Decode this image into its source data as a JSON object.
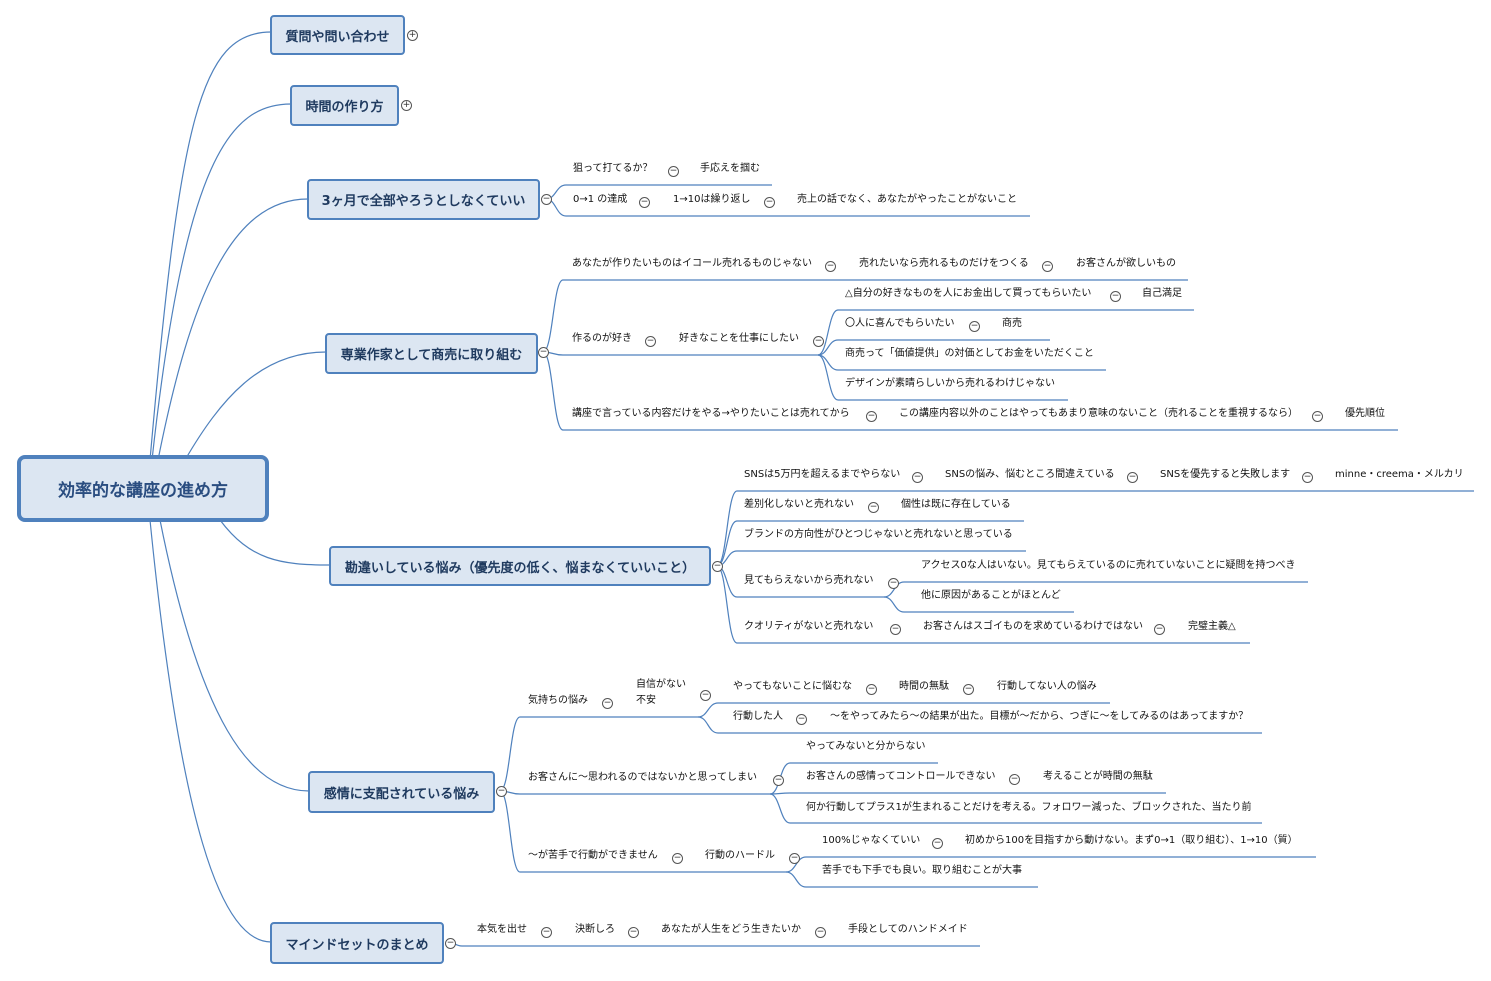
{
  "central": "効率的な講座の進め方",
  "branches": {
    "b1": "質問や問い合わせ",
    "b2": "時間の作り方",
    "b3": "3ヶ月で全部やろうとしなくていい",
    "b4": "専業作家として商売に取り組む",
    "b5": "勘違いしている悩み（優先度の低く、悩まなくていいこと）",
    "b6": "感情に支配されている悩み",
    "b7": "マインドセットのまとめ"
  },
  "b3": {
    "n1": "狙って打てるか？",
    "n1a": "手応えを掴む",
    "n2": "0→1 の達成",
    "n2a": "1→10は繰り返し",
    "n2b": "売上の話でなく、あなたがやったことがないこと"
  },
  "b4": {
    "n1": "あなたが作りたいものはイコール売れるものじゃない",
    "n1a": "売れたいなら売れるものだけをつくる",
    "n1b": "お客さんが欲しいもの",
    "n2": "作るのが好き",
    "n2a": "好きなことを仕事にしたい",
    "n2a1": "△自分の好きなものを人にお金出して買ってもらいたい",
    "n2a1a": "自己満足",
    "n2a2": "〇人に喜んでもらいたい",
    "n2a2a": "商売",
    "n2a3": "商売って「価値提供」の対価としてお金をいただくこと",
    "n2a4": "デザインが素晴らしいから売れるわけじゃない",
    "n3": "講座で言っている内容だけをやる→やりたいことは売れてから",
    "n3a": "この講座内容以外のことはやってもあまり意味のないこと（売れることを重視するなら）",
    "n3b": "優先順位"
  },
  "b5": {
    "n1": "SNSは5万円を超えるまでやらない",
    "n1a": "SNSの悩み、悩むところ間違えている",
    "n1b": "SNSを優先すると失敗します",
    "n1c": "minne・creema・メルカリ",
    "n2": "差別化しないと売れない",
    "n2a": "個性は既に存在している",
    "n3": "ブランドの方向性がひとつじゃないと売れないと思っている",
    "n4": "見てもらえないから売れない",
    "n4a": "アクセス0な人はいない。見てもらえているのに売れていないことに疑問を持つべき",
    "n4b": "他に原因があることがほとんど",
    "n5": "クオリティがないと売れない",
    "n5a": "お客さんはスゴイものを求めているわけではない",
    "n5b": "完璧主義△"
  },
  "b6": {
    "n1": "気持ちの悩み",
    "n1a_line1": "自信がない",
    "n1a_line2": "不安",
    "n1a1": "やってもないことに悩むな",
    "n1a1a": "時間の無駄",
    "n1a1b": "行動してない人の悩み",
    "n1a2": "行動した人",
    "n1a2a": "〜をやってみたら〜の結果が出た。目標が〜だから、つぎに〜をしてみるのはあってますか？",
    "n2": "お客さんに〜思われるのではないかと思ってしまい",
    "n2a": "やってみないと分からない",
    "n2b": "お客さんの感情ってコントロールできない",
    "n2b1": "考えることが時間の無駄",
    "n2c": "何か行動してプラス1が生まれることだけを考える。フォロワー減った、ブロックされた、当たり前",
    "n3": "〜が苦手で行動ができません",
    "n3a": "行動のハードル",
    "n3a1": "100%じゃなくていい",
    "n3a1a": "初めから100を目指すから動けない。まず0→1（取り組む）、1→10（質）",
    "n3a2": "苦手でも下手でも良い。取り組むことが大事"
  },
  "b7": {
    "n1": "本気を出せ",
    "n2": "決断しろ",
    "n3": "あなたが人生をどう生きたいか",
    "n4": "手段としてのハンドメイド"
  },
  "icons": {
    "expand": "plus-circle-icon",
    "collapse": "minus-circle-icon",
    "expand_glyph": "+",
    "collapse_glyph": "−"
  },
  "colors": {
    "line": "#4f81bd",
    "topic_fill": "#dce6f2",
    "topic_text": "#1f3a5f"
  }
}
